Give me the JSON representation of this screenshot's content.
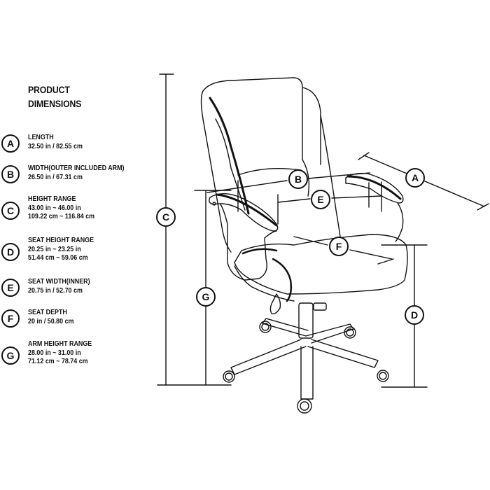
{
  "header": {
    "title_line1": "PRODUCT",
    "title_line2": "DIMENSIONS"
  },
  "legend": [
    {
      "letter": "A",
      "label": "LENGTH",
      "lines": [
        "32.50 in / 82.55 cm"
      ]
    },
    {
      "letter": "B",
      "label": "WIDTH(OUTER INCLUDED ARM)",
      "lines": [
        "26.50 in / 67.31 cm"
      ]
    },
    {
      "letter": "C",
      "label": "HEIGHT RANGE",
      "lines": [
        "43.00 in ~ 46.00 in",
        "109.22 cm ~ 116.84 cm"
      ]
    },
    {
      "letter": "D",
      "label": "SEAT HEIGHT RANGE",
      "lines": [
        "20.25 in ~ 23.25 in",
        "51.44 cm ~ 59.06 cm"
      ]
    },
    {
      "letter": "E",
      "label": "SEAT WIDTH(INNER)",
      "lines": [
        "20.75 in / 52.70 cm"
      ]
    },
    {
      "letter": "F",
      "label": "SEAT DEPTH",
      "lines": [
        "20 in / 50.80 cm"
      ]
    },
    {
      "letter": "G",
      "label": "ARM HEIGHT RANGE",
      "lines": [
        "28.00 in ~ 31.00 in",
        "71.12 cm ~ 78.74 cm"
      ]
    }
  ],
  "diagram": {
    "markers": {
      "A": "A",
      "B": "B",
      "C": "C",
      "D": "D",
      "E": "E",
      "F": "F",
      "G": "G"
    },
    "subject": "office-chair-line-drawing"
  }
}
